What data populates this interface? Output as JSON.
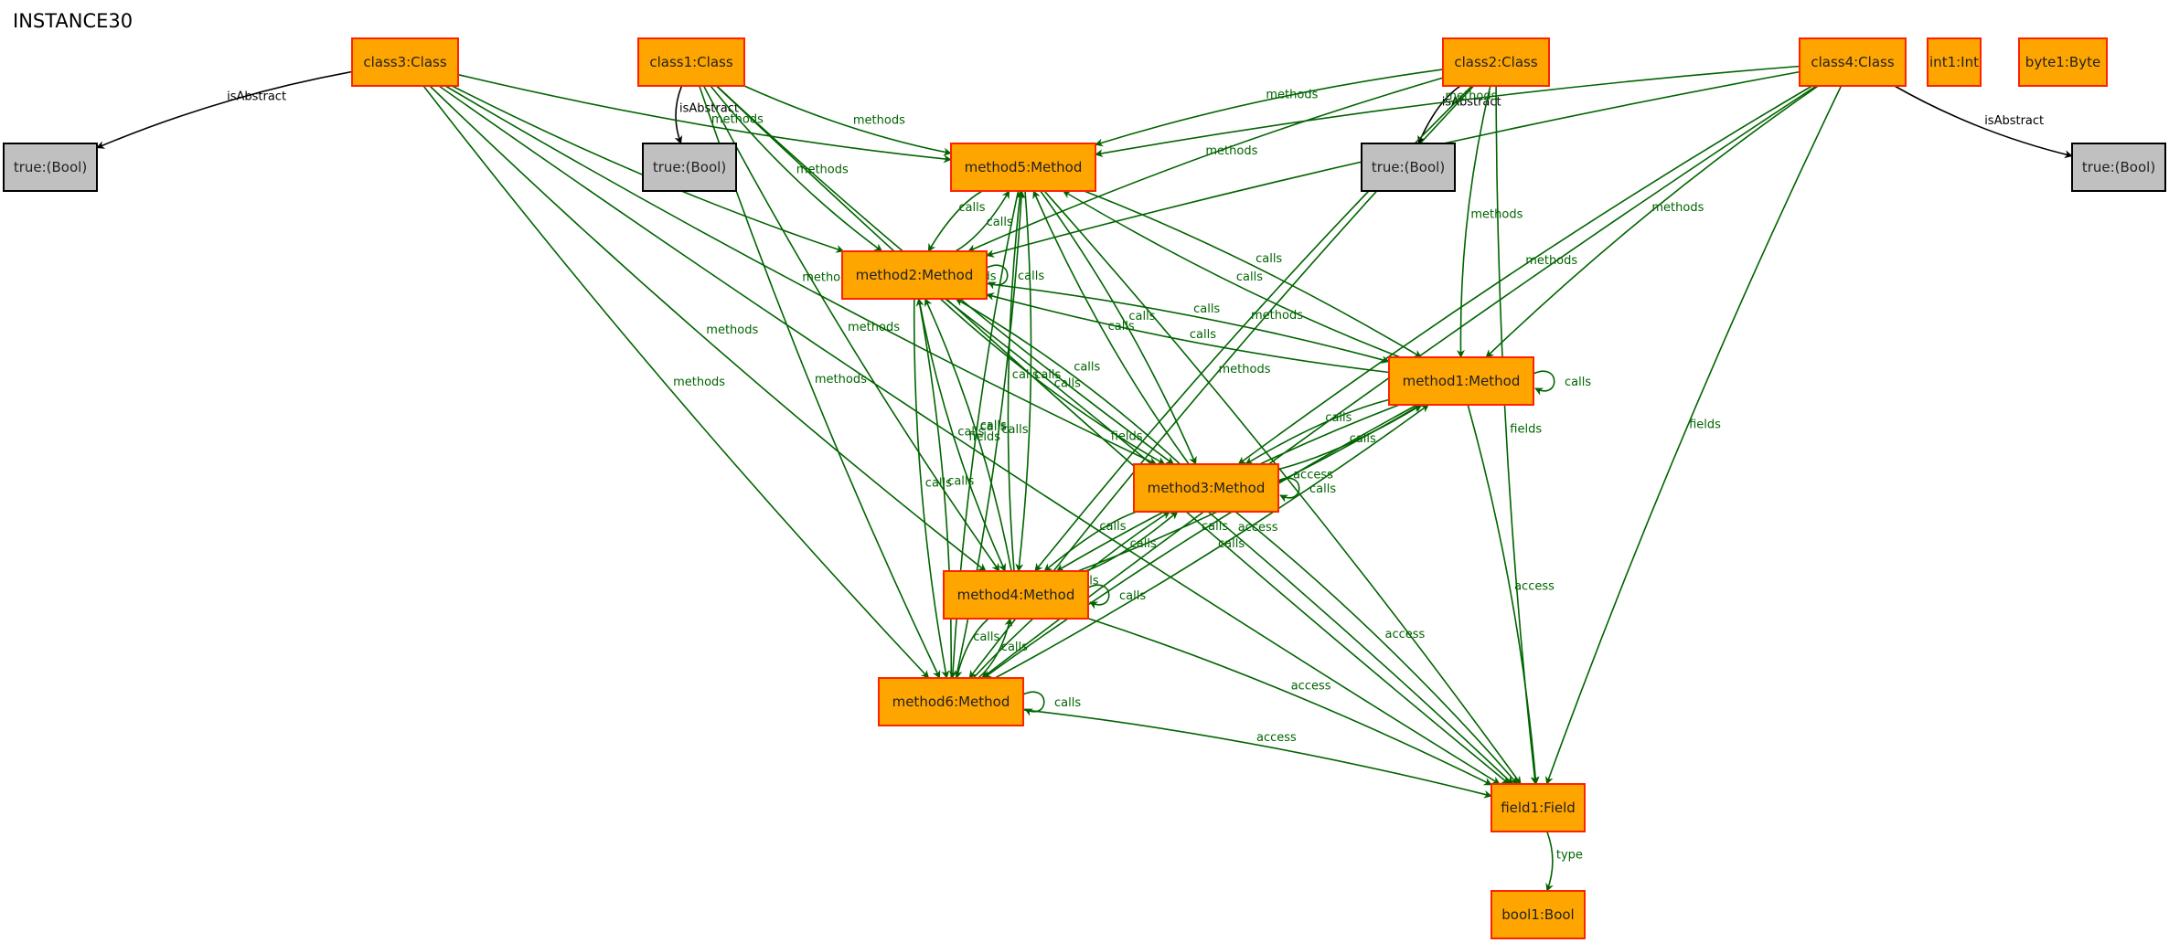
{
  "title": "INSTANCE30",
  "colors": {
    "object_fill": "#ffa500",
    "object_stroke": "#ff2200",
    "value_fill": "#c0c0c0",
    "value_stroke": "#000000",
    "link_color": "#006400",
    "attr_color": "#000000"
  },
  "nodes": {
    "class3": {
      "label": "class3:Class",
      "kind": "object"
    },
    "class1": {
      "label": "class1:Class",
      "kind": "object"
    },
    "class2": {
      "label": "class2:Class",
      "kind": "object"
    },
    "class4": {
      "label": "class4:Class",
      "kind": "object"
    },
    "int1": {
      "label": "int1:Int",
      "kind": "object"
    },
    "byte1": {
      "label": "byte1:Byte",
      "kind": "object"
    },
    "trueA": {
      "label": "true:(Bool)",
      "kind": "value"
    },
    "trueB": {
      "label": "true:(Bool)",
      "kind": "value"
    },
    "trueC": {
      "label": "true:(Bool)",
      "kind": "value"
    },
    "trueD": {
      "label": "true:(Bool)",
      "kind": "value"
    },
    "method5": {
      "label": "method5:Method",
      "kind": "object"
    },
    "method2": {
      "label": "method2:Method",
      "kind": "object"
    },
    "method1": {
      "label": "method1:Method",
      "kind": "object"
    },
    "method3": {
      "label": "method3:Method",
      "kind": "object"
    },
    "method4": {
      "label": "method4:Method",
      "kind": "object"
    },
    "method6": {
      "label": "method6:Method",
      "kind": "object"
    },
    "field1": {
      "label": "field1:Field",
      "kind": "object"
    },
    "bool1": {
      "label": "bool1:Bool",
      "kind": "object"
    }
  },
  "edges": [
    {
      "from": "class3",
      "to": "trueA",
      "label": "isAbstract"
    },
    {
      "from": "class1",
      "to": "trueB",
      "label": "isAbstract"
    },
    {
      "from": "class2",
      "to": "trueC",
      "label": "isAbstract"
    },
    {
      "from": "class4",
      "to": "trueD",
      "label": "isAbstract"
    },
    {
      "from": "class3",
      "to": "method5",
      "label": "methods"
    },
    {
      "from": "class3",
      "to": "method2",
      "label": "methods"
    },
    {
      "from": "class3",
      "to": "method4",
      "label": "methods"
    },
    {
      "from": "class3",
      "to": "method6",
      "label": "methods"
    },
    {
      "from": "class3",
      "to": "method3",
      "label": "methods"
    },
    {
      "from": "class3",
      "to": "field1",
      "label": "fields"
    },
    {
      "from": "class1",
      "to": "method5",
      "label": "methods"
    },
    {
      "from": "class1",
      "to": "method2",
      "label": "methods"
    },
    {
      "from": "class1",
      "to": "method4",
      "label": "methods"
    },
    {
      "from": "class1",
      "to": "method6",
      "label": "methods"
    },
    {
      "from": "class1",
      "to": "method3",
      "label": "methods"
    },
    {
      "from": "class1",
      "to": "field1",
      "label": "fields"
    },
    {
      "from": "class2",
      "to": "method5",
      "label": "methods"
    },
    {
      "from": "class2",
      "to": "method2",
      "label": "methods"
    },
    {
      "from": "class2",
      "to": "method1",
      "label": "methods"
    },
    {
      "from": "class2",
      "to": "method4",
      "label": "methods"
    },
    {
      "from": "class2",
      "to": "method6",
      "label": "methods"
    },
    {
      "from": "class2",
      "to": "field1",
      "label": "fields"
    },
    {
      "from": "class4",
      "to": "method5",
      "label": "methods"
    },
    {
      "from": "class4",
      "to": "method2",
      "label": "methods"
    },
    {
      "from": "class4",
      "to": "method1",
      "label": "methods"
    },
    {
      "from": "class4",
      "to": "method3",
      "label": "methods"
    },
    {
      "from": "class4",
      "to": "method6",
      "label": "methods"
    },
    {
      "from": "class4",
      "to": "field1",
      "label": "fields"
    },
    {
      "from": "method2",
      "to": "method5",
      "label": "calls"
    },
    {
      "from": "method5",
      "to": "method2",
      "label": "calls"
    },
    {
      "from": "method2",
      "to": "method2",
      "label": "calls"
    },
    {
      "from": "method5",
      "to": "method1",
      "label": "calls"
    },
    {
      "from": "method1",
      "to": "method5",
      "label": "calls"
    },
    {
      "from": "method5",
      "to": "method3",
      "label": "calls"
    },
    {
      "from": "method3",
      "to": "method5",
      "label": "calls"
    },
    {
      "from": "method5",
      "to": "method4",
      "label": "calls"
    },
    {
      "from": "method4",
      "to": "method5",
      "label": "calls"
    },
    {
      "from": "method5",
      "to": "method6",
      "label": "calls"
    },
    {
      "from": "method6",
      "to": "method5",
      "label": "calls"
    },
    {
      "from": "method5",
      "to": "field1",
      "label": "access"
    },
    {
      "from": "method2",
      "to": "method1",
      "label": "calls"
    },
    {
      "from": "method1",
      "to": "method2",
      "label": "calls"
    },
    {
      "from": "method2",
      "to": "method3",
      "label": "calls"
    },
    {
      "from": "method3",
      "to": "method2",
      "label": "calls"
    },
    {
      "from": "method2",
      "to": "method4",
      "label": "calls"
    },
    {
      "from": "method4",
      "to": "method2",
      "label": "calls"
    },
    {
      "from": "method2",
      "to": "method6",
      "label": "calls"
    },
    {
      "from": "method6",
      "to": "method2",
      "label": "calls"
    },
    {
      "from": "method2",
      "to": "field1",
      "label": "access"
    },
    {
      "from": "method1",
      "to": "method1",
      "label": "calls"
    },
    {
      "from": "method1",
      "to": "method3",
      "label": "calls"
    },
    {
      "from": "method3",
      "to": "method1",
      "label": "calls"
    },
    {
      "from": "method1",
      "to": "method4",
      "label": "calls"
    },
    {
      "from": "method4",
      "to": "method1",
      "label": "calls"
    },
    {
      "from": "method1",
      "to": "method6",
      "label": "calls"
    },
    {
      "from": "method6",
      "to": "method1",
      "label": "calls"
    },
    {
      "from": "method1",
      "to": "field1",
      "label": "access"
    },
    {
      "from": "method3",
      "to": "method3",
      "label": "calls"
    },
    {
      "from": "method3",
      "to": "method4",
      "label": "calls"
    },
    {
      "from": "method4",
      "to": "method3",
      "label": "calls"
    },
    {
      "from": "method6",
      "to": "method3",
      "label": "calls"
    },
    {
      "from": "method3",
      "to": "field1",
      "label": "access"
    },
    {
      "from": "method4",
      "to": "method4",
      "label": "calls"
    },
    {
      "from": "method4",
      "to": "method6",
      "label": "calls"
    },
    {
      "from": "method6",
      "to": "method4",
      "label": "calls"
    },
    {
      "from": "method4",
      "to": "field1",
      "label": "access"
    },
    {
      "from": "method6",
      "to": "method6",
      "label": "calls"
    },
    {
      "from": "method6",
      "to": "field1",
      "label": "access"
    },
    {
      "from": "field1",
      "to": "bool1",
      "label": "type"
    }
  ]
}
